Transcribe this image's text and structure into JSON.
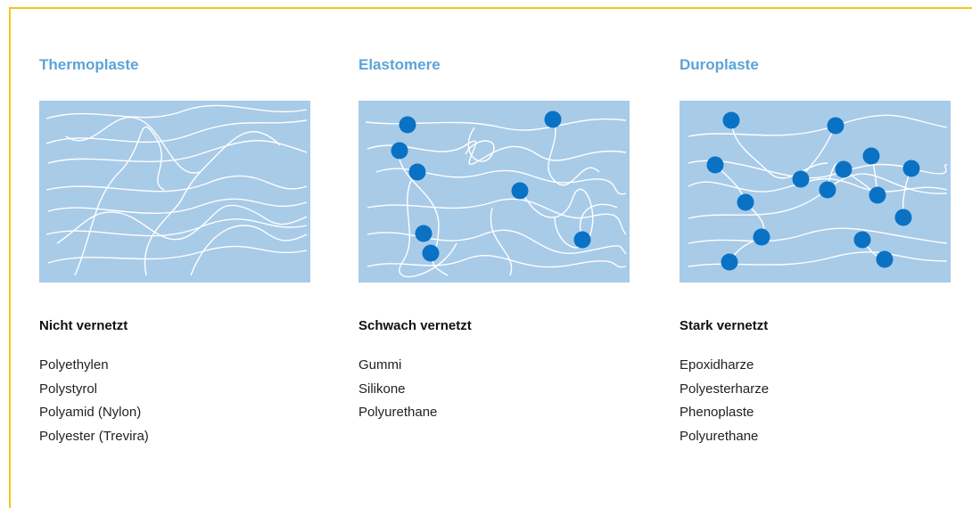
{
  "colors": {
    "frame": "#f4c51c",
    "title": "#5ba3d8",
    "diagram_bg": "#a8cbe8",
    "chain": "#ffffff",
    "crosslink": "#0a72c4"
  },
  "columns": [
    {
      "title": "Thermoplaste",
      "subtitle": "Nicht vernetzt",
      "items": [
        "Polyethylen",
        "Polystyrol",
        "Polyamid (Nylon)",
        "Polyester (Trevira)"
      ]
    },
    {
      "title": "Elastomere",
      "subtitle": "Schwach vernetzt",
      "items": [
        "Gummi",
        "Silikone",
        "Polyurethane"
      ]
    },
    {
      "title": "Duroplaste",
      "subtitle": "Stark vernetzt",
      "items": [
        "Epoxidharze",
        "Polyesterharze",
        "Phenoplaste",
        "Polyurethane"
      ]
    }
  ]
}
